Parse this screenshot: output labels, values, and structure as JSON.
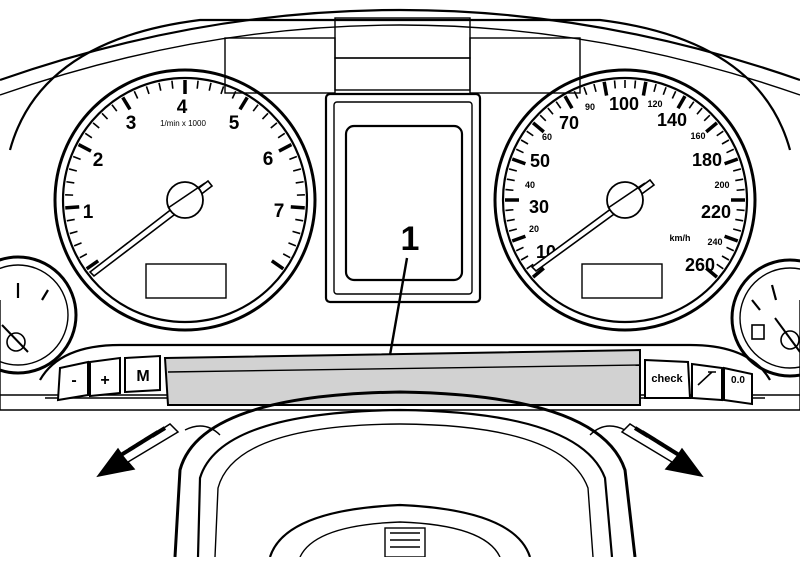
{
  "callout": {
    "label": "1"
  },
  "tachometer": {
    "numbers": [
      "1",
      "2",
      "3",
      "4",
      "5",
      "6",
      "7"
    ],
    "unit": "1/min x 1000"
  },
  "speedometer": {
    "major": [
      "10",
      "30",
      "50",
      "70",
      "100",
      "140",
      "180",
      "220",
      "260"
    ],
    "minor": [
      "20",
      "40",
      "60",
      "90",
      "120",
      "160",
      "200",
      "240"
    ],
    "unit": "km/h"
  },
  "buttons": {
    "minus": "-",
    "plus": "+",
    "mode": "M",
    "check": "check",
    "reset": "0.0"
  },
  "colors": {
    "highlight": "#d2d2d2",
    "line": "#000000"
  }
}
